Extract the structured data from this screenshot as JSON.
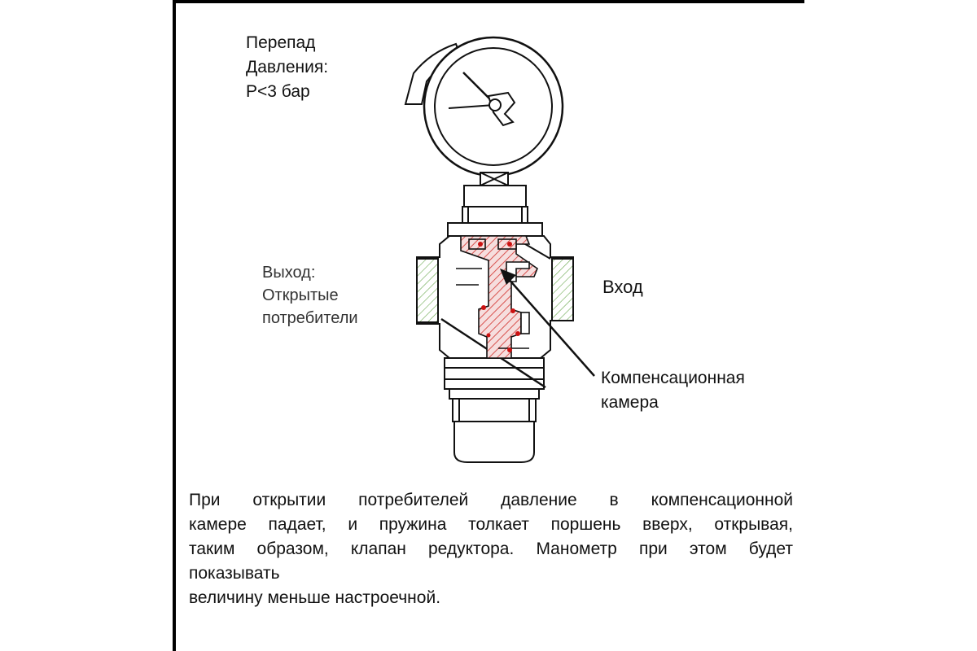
{
  "labels": {
    "pressure_diff": [
      "Перепад",
      "Давления:",
      "P<3 бар"
    ],
    "outlet": [
      "Выход:",
      "Открытые",
      "потребители"
    ],
    "inlet": "Вход",
    "chamber": [
      "Компенсационная",
      "камера"
    ]
  },
  "caption": [
    "При открытии потребителей давление в компенсационной",
    "камере падает, и пружина толкает поршень вверх, открывая,",
    "таким образом, клапан редуктора. Манометр при этом будет",
    "показывать",
    "величину меньше настроечной."
  ],
  "colors": {
    "line": "#111111",
    "hatch_red": "#d9534f",
    "seal_red": "#cc1111",
    "hatch_green": "#6aa84f"
  }
}
